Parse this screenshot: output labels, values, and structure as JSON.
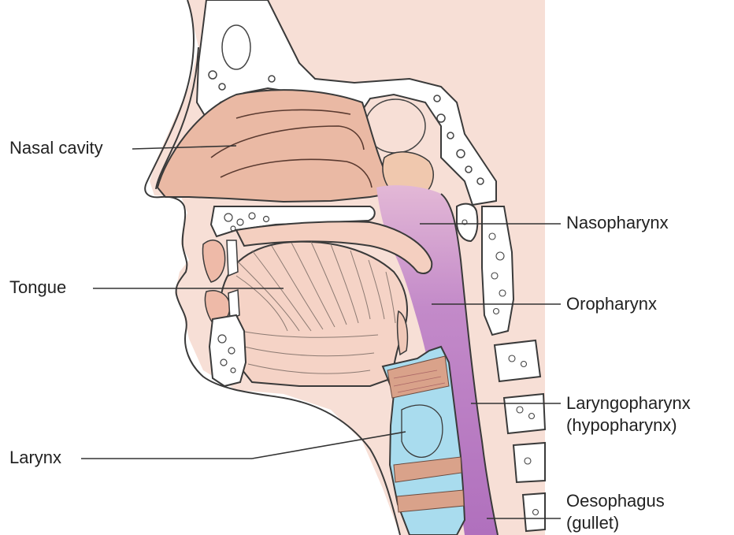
{
  "labels": {
    "nasal_cavity": "Nasal cavity",
    "tongue": "Tongue",
    "larynx": "Larynx",
    "nasopharynx": "Nasopharynx",
    "oropharynx": "Oropharynx",
    "laryngopharynx": "Laryngopharynx",
    "laryngopharynx_alt": "(hypopharynx)",
    "oesophagus": "Oesophagus",
    "oesophagus_alt": "(gullet)"
  },
  "colors": {
    "skin": "#f6dcd0",
    "background_tissue": "#f7dfd6",
    "nasal_cavity": "#eab9a4",
    "pharynx": "#b67cc2",
    "larynx": "#a9dcee",
    "bone": "#ffffff",
    "outline": "#3a3a3a",
    "muscle_lines": "#8c7a72",
    "label_line": "#333333"
  }
}
